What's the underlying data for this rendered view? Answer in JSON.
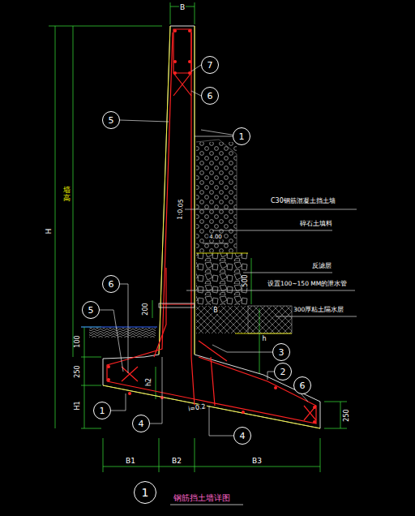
{
  "diagram": {
    "title": "钢筋挡土墙详图",
    "nodes": [
      {
        "text": [
          "7"
        ]
      },
      {
        "text": [
          "6"
        ]
      },
      {
        "text": [
          "5"
        ]
      },
      {
        "text": [
          "1"
        ]
      },
      {
        "text": [
          "6"
        ]
      },
      {
        "text": [
          "5"
        ]
      },
      {
        "text": [
          "3"
        ]
      },
      {
        "text": [
          "2"
        ]
      },
      {
        "text": [
          "6"
        ]
      },
      {
        "text": [
          "1"
        ]
      },
      {
        "text": [
          "4"
        ]
      },
      {
        "text": [
          "4"
        ]
      },
      {
        "text": [
          "1"
        ]
      }
    ],
    "labels": [
      "B",
      "1:0.05",
      "H",
      "墙高",
      "C30钢筋混凝土挡土墙",
      "碎石土填料",
      "4.00",
      "反滤层",
      "500",
      "设置100~150 MM的泄水管",
      "300厚粘土隔水层",
      "200",
      "B",
      "h",
      "100",
      "250",
      "H1",
      "h2",
      "i=0.2",
      "250",
      "B1",
      "B2",
      "B3"
    ]
  }
}
